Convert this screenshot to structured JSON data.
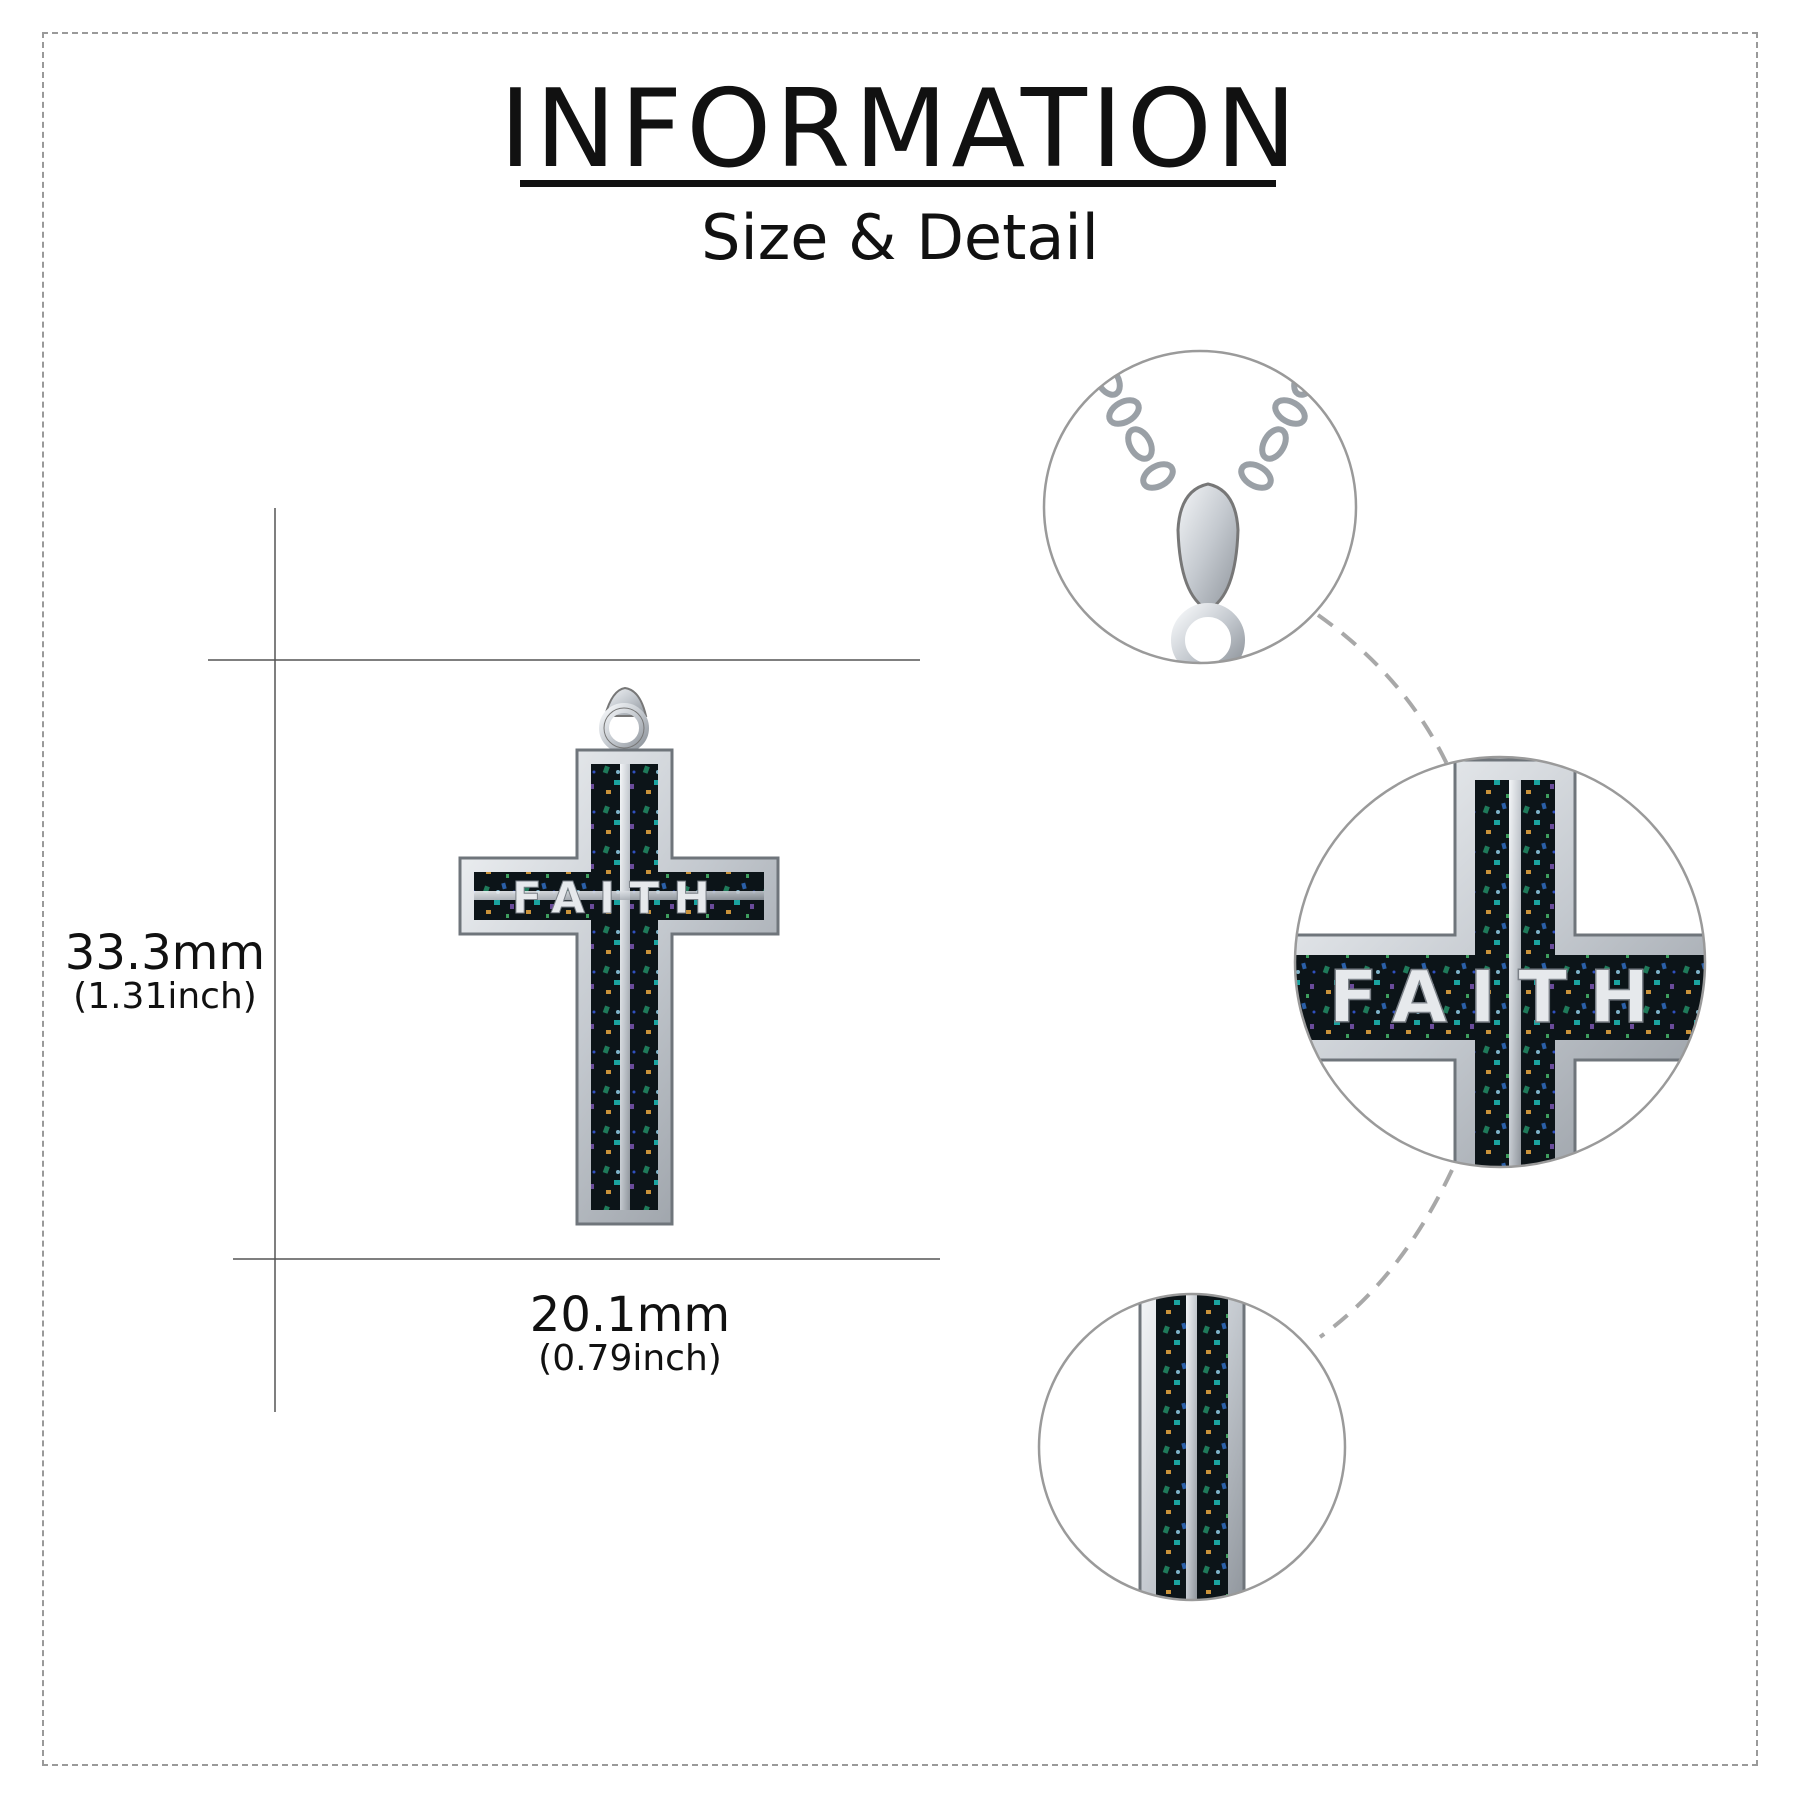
{
  "header": {
    "title": "INFORMATION",
    "subtitle": "Size & Detail"
  },
  "dimensions": {
    "height_mm": "33.3mm",
    "height_inch": "(1.31inch)",
    "width_mm": "20.1mm",
    "width_inch": "(0.79inch)"
  },
  "pendant": {
    "engraving": "FAITH"
  },
  "colors": {
    "silver": "#d9dde2",
    "inlay": "#0c1418",
    "guide_line": "#555555",
    "dashed_connector": "#a8a8a8",
    "circle_border": "#9a9a9a"
  },
  "detail_views": [
    {
      "name": "bail-and-chain"
    },
    {
      "name": "cross-center"
    },
    {
      "name": "cross-stem"
    }
  ]
}
